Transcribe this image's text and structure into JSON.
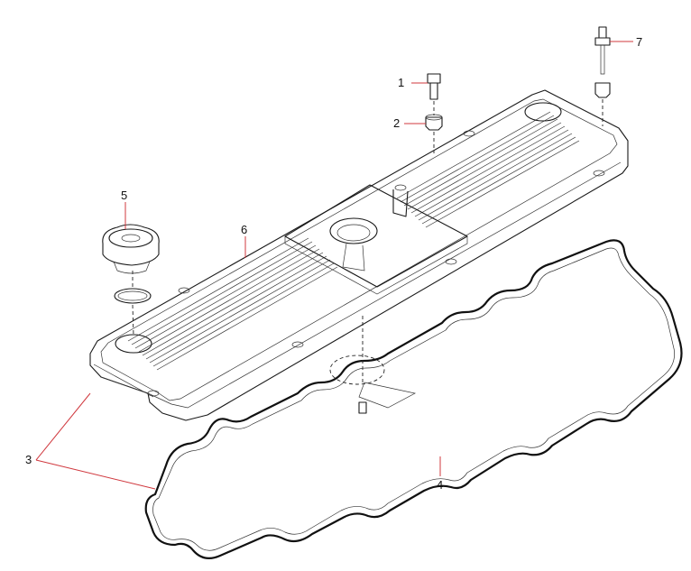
{
  "callouts": [
    {
      "id": "1",
      "label": "1"
    },
    {
      "id": "2",
      "label": "2"
    },
    {
      "id": "3",
      "label": "3"
    },
    {
      "id": "4",
      "label": "4"
    },
    {
      "id": "5",
      "label": "5"
    },
    {
      "id": "6",
      "label": "6"
    },
    {
      "id": "7",
      "label": "7"
    }
  ],
  "colors": {
    "leader_line": "#d0383e",
    "line_art": "#1a1a1a",
    "background": "#ffffff"
  }
}
